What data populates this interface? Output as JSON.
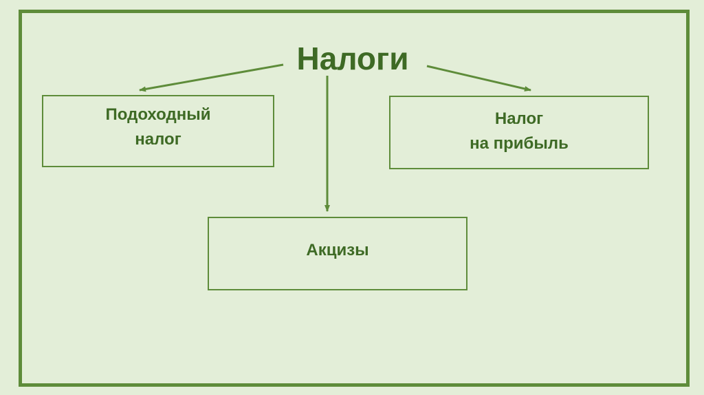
{
  "diagram": {
    "title": "Налоги",
    "nodes": [
      {
        "id": "left",
        "lines": [
          "Подоходный",
          "налог"
        ]
      },
      {
        "id": "right",
        "lines": [
          "Налог",
          "на прибыль"
        ]
      },
      {
        "id": "bottom",
        "lines": [
          "Акцизы"
        ]
      }
    ],
    "edges": [
      {
        "from": "title",
        "to": "left"
      },
      {
        "from": "title",
        "to": "right"
      },
      {
        "from": "title",
        "to": "bottom"
      }
    ]
  },
  "colors": {
    "background": "#e3eed8",
    "frame": "#5e8c3a",
    "text": "#3e6a25",
    "connector": "#5e8c3a"
  }
}
